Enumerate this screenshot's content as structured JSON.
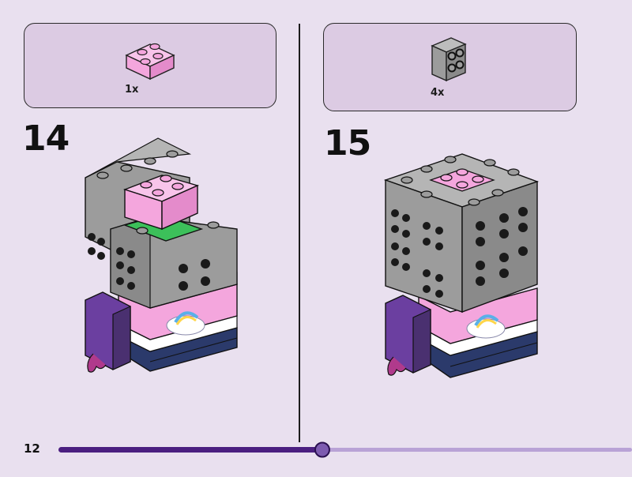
{
  "page": {
    "number": "12",
    "progress": 0.46
  },
  "steps": [
    {
      "number": "14",
      "parts": [
        {
          "quantity": "1x",
          "color": "pink",
          "type": "brick-2x2"
        }
      ]
    },
    {
      "number": "15",
      "parts": [
        {
          "quantity": "4x",
          "color": "gray",
          "type": "brick-2x2-round-studs"
        }
      ]
    }
  ],
  "colors": {
    "background": "#e9e0ef",
    "callout": "#dccbe3",
    "progress_done": "#4b1f80",
    "progress_rest": "#b9a2d6",
    "pink": "#f4a6dd",
    "gray": "#9c9c9c",
    "green": "#3cc05a",
    "navy": "#2b3a6b",
    "purple": "#6b3fa0"
  }
}
